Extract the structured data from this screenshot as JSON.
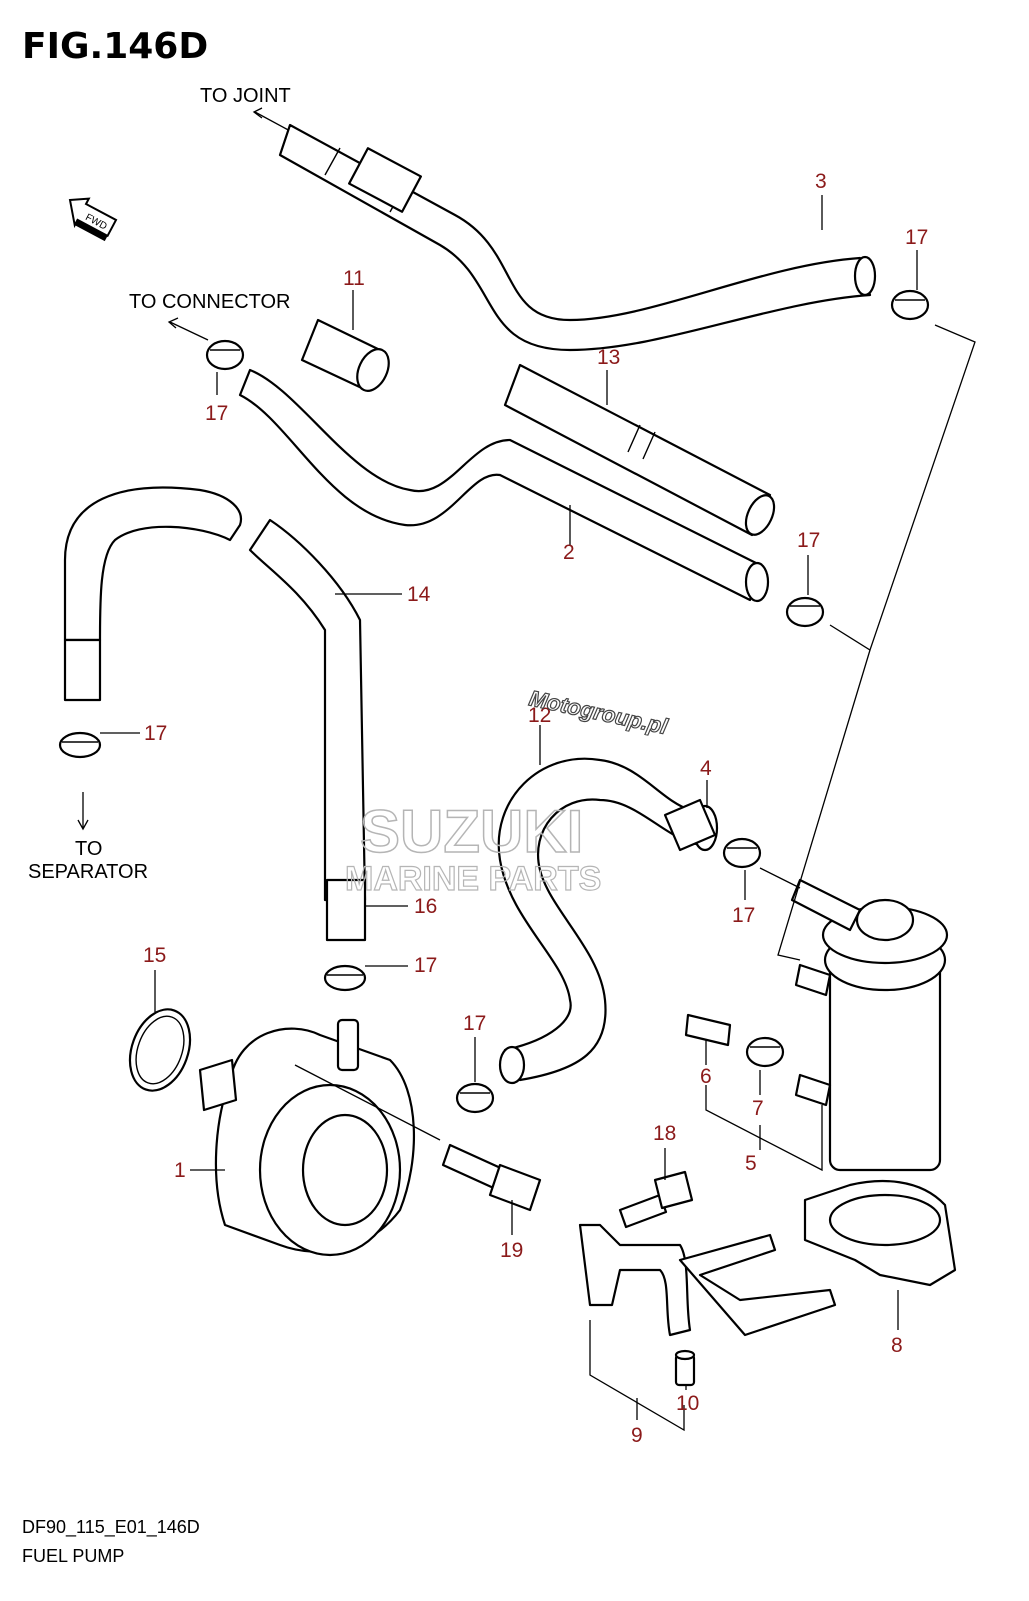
{
  "figure": {
    "title": "FIG.146D",
    "code": "DF90_115_E01_146D",
    "name": "FUEL PUMP"
  },
  "directions": {
    "to_joint": "TO JOINT",
    "to_connector": "TO CONNECTOR",
    "to_separator_1": "TO",
    "to_separator_2": "SEPARATOR",
    "fwd": "FWD"
  },
  "watermarks": {
    "site": "Motogroup.pl",
    "brand": "SUZUKI",
    "brand_sub": "MARINE PARTS"
  },
  "callouts": [
    "3",
    "17",
    "11",
    "17",
    "13",
    "2",
    "17",
    "14",
    "17",
    "12",
    "4",
    "17",
    "16",
    "17",
    "15",
    "17",
    "1",
    "19",
    "18",
    "6",
    "7",
    "5",
    "8",
    "10",
    "9"
  ]
}
